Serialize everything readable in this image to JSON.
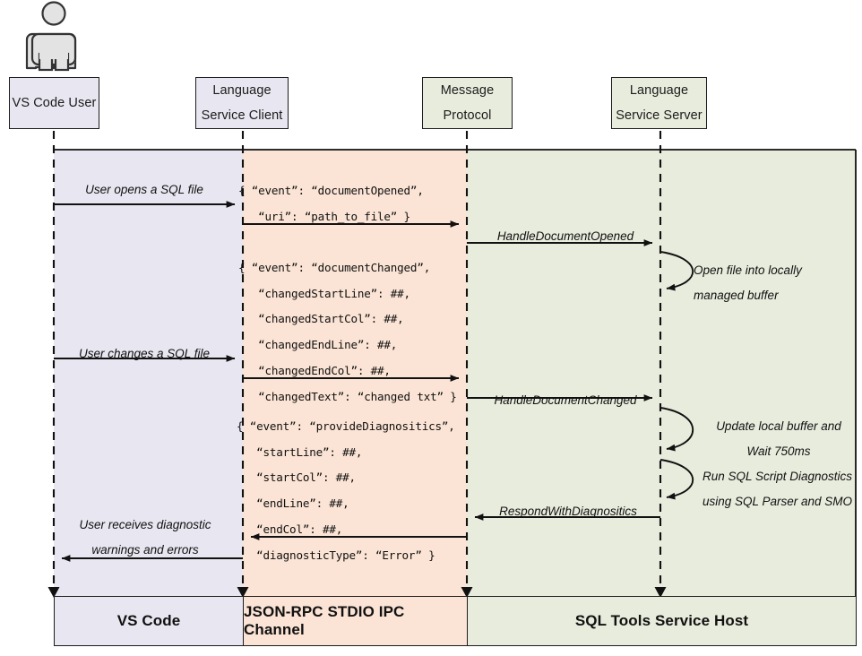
{
  "diagram": {
    "title": "VS Code SQL Tools Language Service sequence diagram",
    "colors": {
      "lavender_band": "#e8e6f0",
      "peach_band": "#fbe4d5",
      "green_band": "#e8ecdd",
      "stroke": "#1c1c1c",
      "actor_fill": "#e3e3e3"
    }
  },
  "actor": {
    "name": "stick-figure-actor"
  },
  "participants": [
    {
      "id": "vs-code-user",
      "line1": "VS Code User",
      "line2": "",
      "fill": "lav"
    },
    {
      "id": "language-service-client",
      "line1": "Language",
      "line2": "Service Client",
      "fill": "lav"
    },
    {
      "id": "message-protocol",
      "line1": "Message",
      "line2": "Protocol",
      "fill": "grn"
    },
    {
      "id": "language-service-server",
      "line1": "Language",
      "line2": "Service Server",
      "fill": "grn"
    }
  ],
  "messages": [
    {
      "id": "user-opens-sql-file",
      "label": "User opens a SQL file"
    },
    {
      "id": "handle-document-opened",
      "label": "HandleDocumentOpened"
    },
    {
      "id": "user-changes-sql-file",
      "label": "User changes a SQL file"
    },
    {
      "id": "handle-document-changed",
      "label": "HandleDocumentChanged"
    },
    {
      "id": "respond-with-diagnositics",
      "label": "RespondWithDiagnositics"
    },
    {
      "id": "user-receives-diagnostics",
      "label": "User receives diagnostic\nwarnings and errors"
    }
  ],
  "self_messages": [
    {
      "id": "open-file-buffer",
      "label": "Open file into locally\nmanaged buffer"
    },
    {
      "id": "update-buffer-wait",
      "label": "Update local buffer and\nWait 750ms"
    },
    {
      "id": "run-sql-diagnostics",
      "label": "Run SQL Script Diagnostics\nusing SQL Parser and SMO"
    }
  ],
  "payloads": [
    {
      "id": "document-opened-payload",
      "text": "{ “event”: “documentOpened”,\n   “uri”: “path_to_file” }"
    },
    {
      "id": "document-changed-payload",
      "text": "{ “event”: “documentChanged”,\n   “changedStartLine”: ##,\n   “changedStartCol”: ##,\n   “changedEndLine”: ##,\n   “changedEndCol”: ##,\n   “changedText”: “changed txt” }"
    },
    {
      "id": "provide-diagnositics-payload",
      "text": "{ “event”: “provideDiagnositics”,\n   “startLine”: ##,\n   “startCol”: ##,\n   “endLine”: ##,\n   “endCol”: ##,\n   “diagnosticType”: “Error” }"
    }
  ],
  "footer": [
    {
      "id": "vs-code",
      "label": "VS Code",
      "fill": "lav"
    },
    {
      "id": "json-rpc-stdio-ipc-channel",
      "label": "JSON-RPC STDIO IPC Channel",
      "fill": "peach"
    },
    {
      "id": "sql-tools-service-host",
      "label": "SQL Tools Service Host",
      "fill": "grn"
    }
  ]
}
